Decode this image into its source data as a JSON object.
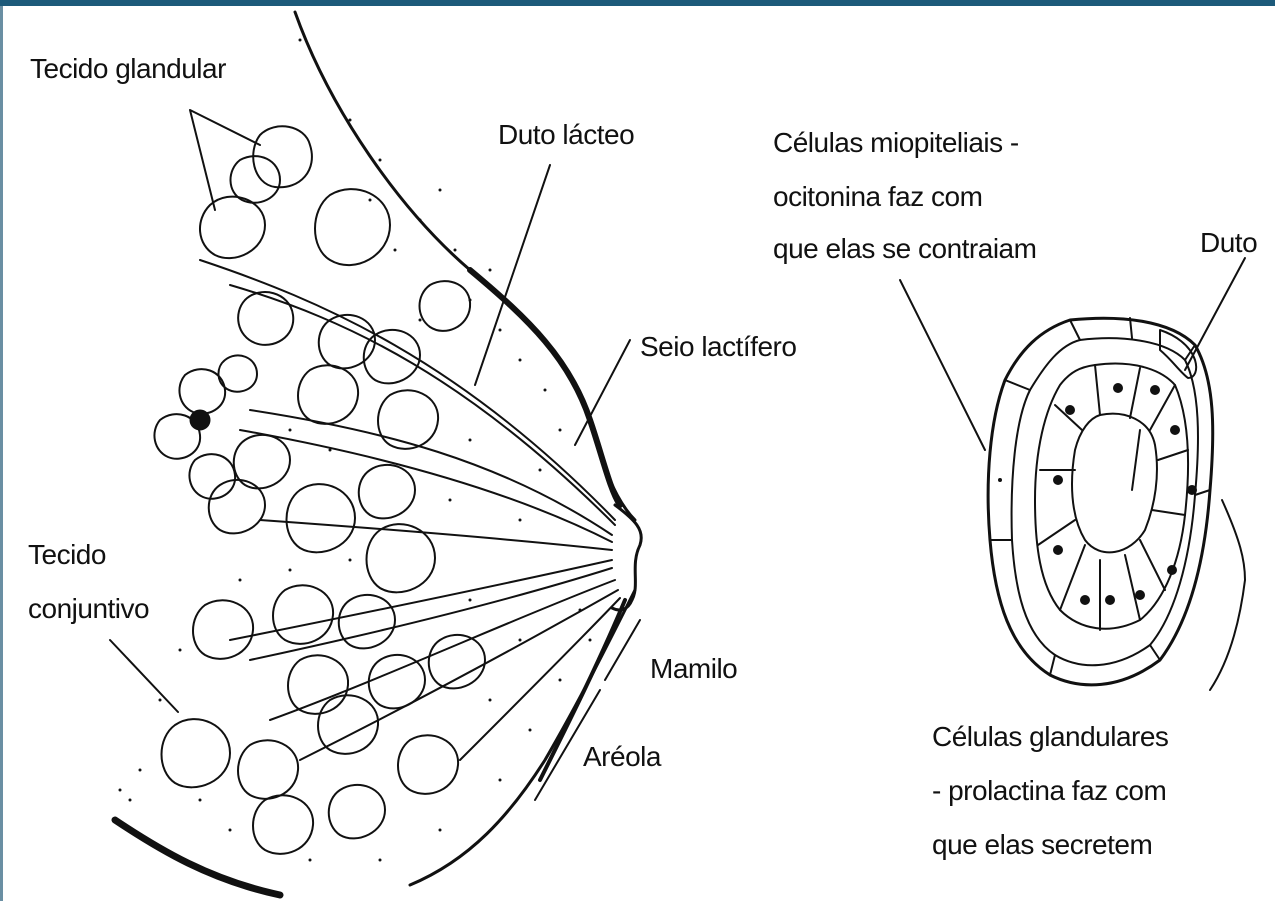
{
  "labels": {
    "tecido_glandular": "Tecido glandular",
    "duto_lacteo": "Duto lácteo",
    "celulas_mio_1": "Células miopiteliais -",
    "celulas_mio_2": "ocitonina faz com",
    "celulas_mio_3": "que elas se contraiam",
    "duto": "Duto",
    "seio_lactifero": "Seio lactífero",
    "tecido_conj_1": "Tecido",
    "tecido_conj_2": "conjuntivo",
    "mamilo": "Mamilo",
    "areola": "Aréola",
    "celulas_gland_1": "Células glandulares",
    "celulas_gland_2": "- prolactina faz com",
    "celulas_gland_3": "que elas secretem"
  },
  "colors": {
    "ink": "#111111",
    "frame_bar": "#1d5a7a"
  }
}
